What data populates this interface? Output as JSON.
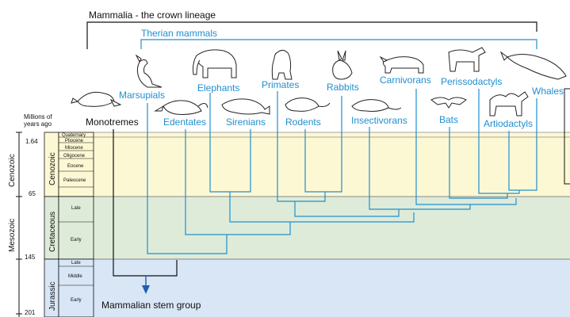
{
  "crown_label": "Mammalia - the crown lineage",
  "therian_label": "Therian mammals",
  "stem_label": "Mammalian stem group",
  "time_axis": {
    "unit_line1": "Millions of",
    "unit_line2": "years ago",
    "ticks": [
      "1.64",
      "65",
      "145",
      "201"
    ]
  },
  "eras": [
    "Cenozoic",
    "Mesozoic"
  ],
  "periods": [
    "Cenozoic",
    "Cretaceous",
    "Jurassic"
  ],
  "epochs": [
    "Quaternary",
    "Pliocene",
    "Miocene",
    "Oligocene",
    "Eocene",
    "Paleocene",
    "Late",
    "Early",
    "Late",
    "Middle",
    "Early"
  ],
  "taxa": {
    "monotremes": "Monotremes",
    "marsupials": "Marsupials",
    "edentates": "Edentates",
    "elephants": "Elephants",
    "sirenians": "Sirenians",
    "primates": "Primates",
    "rodents": "Rodents",
    "rabbits": "Rabbits",
    "insectivorans": "Insectivorans",
    "carnivorans": "Carnivorans",
    "bats": "Bats",
    "perissodactyls": "Perissodactyls",
    "artiodactyls": "Artiodactyls",
    "whales": "Whales"
  },
  "colors": {
    "accent_blue": "#1f8fd0",
    "cenozoic_band": "#fdf8d4",
    "cretaceous_band": "#deebd9",
    "jurassic_band": "#d8e6f6"
  },
  "icons": [
    "platypus-icon",
    "kangaroo-icon",
    "anteater-icon",
    "elephant-icon",
    "manatee-icon",
    "gorilla-icon",
    "rat-icon",
    "rabbit-icon",
    "shrew-icon",
    "cat-icon",
    "bat-icon",
    "horse-icon",
    "camel-icon",
    "whale-icon"
  ]
}
